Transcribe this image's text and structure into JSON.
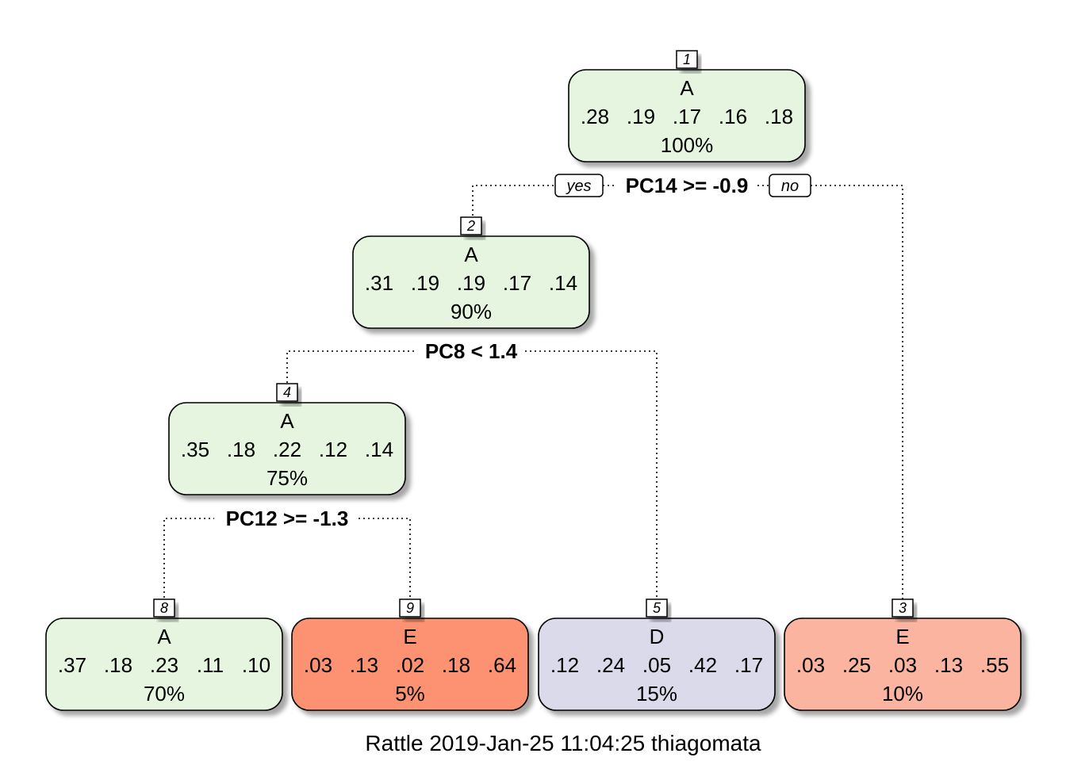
{
  "tree": {
    "nodes": [
      {
        "id": "1",
        "class": "A",
        "probs": [
          ".28",
          ".19",
          ".17",
          ".16",
          ".18"
        ],
        "percent": "100%",
        "fill": "#e5f5e0"
      },
      {
        "id": "2",
        "class": "A",
        "probs": [
          ".31",
          ".19",
          ".19",
          ".17",
          ".14"
        ],
        "percent": "90%",
        "fill": "#e5f5e0"
      },
      {
        "id": "4",
        "class": "A",
        "probs": [
          ".35",
          ".18",
          ".22",
          ".12",
          ".14"
        ],
        "percent": "75%",
        "fill": "#e5f5e0"
      },
      {
        "id": "8",
        "class": "A",
        "probs": [
          ".37",
          ".18",
          ".23",
          ".11",
          ".10"
        ],
        "percent": "70%",
        "fill": "#e5f5e0"
      },
      {
        "id": "9",
        "class": "E",
        "probs": [
          ".03",
          ".13",
          ".02",
          ".18",
          ".64"
        ],
        "percent": "5%",
        "fill": "#fc9272"
      },
      {
        "id": "5",
        "class": "D",
        "probs": [
          ".12",
          ".24",
          ".05",
          ".42",
          ".17"
        ],
        "percent": "15%",
        "fill": "#dadaeb"
      },
      {
        "id": "3",
        "class": "E",
        "probs": [
          ".03",
          ".25",
          ".03",
          ".13",
          ".55"
        ],
        "percent": "10%",
        "fill": "#fbb4a0"
      }
    ],
    "splits": [
      {
        "node": "1",
        "text": "PC14 >= -0.9"
      },
      {
        "node": "2",
        "text": "PC8 < 1.4"
      },
      {
        "node": "4",
        "text": "PC12 >= -1.3"
      }
    ],
    "branch_labels": {
      "yes": "yes",
      "no": "no"
    }
  },
  "footer": "Rattle 2019-Jan-25 11:04:25 thiagomata"
}
